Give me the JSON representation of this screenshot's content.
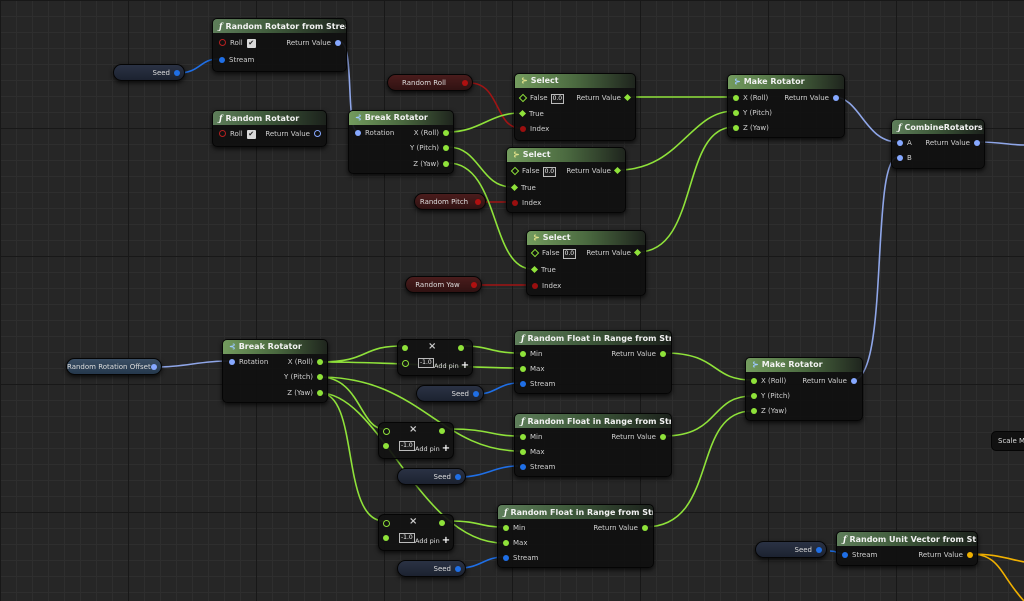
{
  "nodes": {
    "rrs": {
      "title": "Random Rotator from Stream",
      "roll": "Roll",
      "stream": "Stream",
      "ret": "Return Value"
    },
    "rr": {
      "title": "Random Rotator",
      "roll": "Roll",
      "ret": "Return Value"
    },
    "br1": {
      "title": "Break Rotator",
      "rotation": "Rotation",
      "x": "X (Roll)",
      "y": "Y (Pitch)",
      "z": "Z (Yaw)"
    },
    "sel1": {
      "title": "Select",
      "false_lbl": "False",
      "false_val": "0.0",
      "true_lbl": "True",
      "index": "Index",
      "ret": "Return Value"
    },
    "sel2": {
      "title": "Select",
      "false_lbl": "False",
      "false_val": "0.0",
      "true_lbl": "True",
      "index": "Index",
      "ret": "Return Value"
    },
    "sel3": {
      "title": "Select",
      "false_lbl": "False",
      "false_val": "0.0",
      "true_lbl": "True",
      "index": "Index",
      "ret": "Return Value"
    },
    "mr1": {
      "title": "Make Rotator",
      "x": "X (Roll)",
      "y": "Y (Pitch)",
      "z": "Z (Yaw)",
      "ret": "Return Value"
    },
    "cr": {
      "title": "CombineRotators",
      "a": "A",
      "b": "B",
      "ret": "Return Value"
    },
    "br2": {
      "title": "Break Rotator",
      "rotation": "Rotation",
      "x": "X (Roll)",
      "y": "Y (Pitch)",
      "z": "Z (Yaw)"
    },
    "rf1": {
      "title": "Random Float in Range from Stream",
      "min": "Min",
      "max": "Max",
      "stream": "Stream",
      "ret": "Return Value"
    },
    "rf2": {
      "title": "Random Float in Range from Stream",
      "min": "Min",
      "max": "Max",
      "stream": "Stream",
      "ret": "Return Value"
    },
    "rf3": {
      "title": "Random Float in Range from Stream",
      "min": "Min",
      "max": "Max",
      "stream": "Stream",
      "ret": "Return Value"
    },
    "mr2": {
      "title": "Make Rotator",
      "x": "X (Roll)",
      "y": "Y (Pitch)",
      "z": "Z (Yaw)",
      "ret": "Return Value"
    },
    "ruv": {
      "title": "Random Unit Vector from Stream",
      "stream": "Stream",
      "ret": "Return Value"
    },
    "mul1": {
      "val": "-1.0",
      "addpin": "Add pin"
    },
    "mul2": {
      "val": "-1.0",
      "addpin": "Add pin"
    },
    "mul3": {
      "val": "-1.0",
      "addpin": "Add pin"
    }
  },
  "vars": {
    "seed1": "Seed",
    "seed2": "Seed",
    "seed3": "Seed",
    "seed4": "Seed",
    "seed5": "Seed",
    "random_roll": "Random Roll",
    "random_pitch": "Random Pitch",
    "random_yaw": "Random Yaw",
    "random_rotation_offset": "Random Rotation Offset",
    "scale_partial": "Scale M"
  },
  "colors": {
    "float_wire": "#8fe23a",
    "struct_wire": "#8fa6e8",
    "int_wire": "#1f6fe6",
    "bool_wire": "#a01414",
    "vector_wire": "#f0b000"
  }
}
